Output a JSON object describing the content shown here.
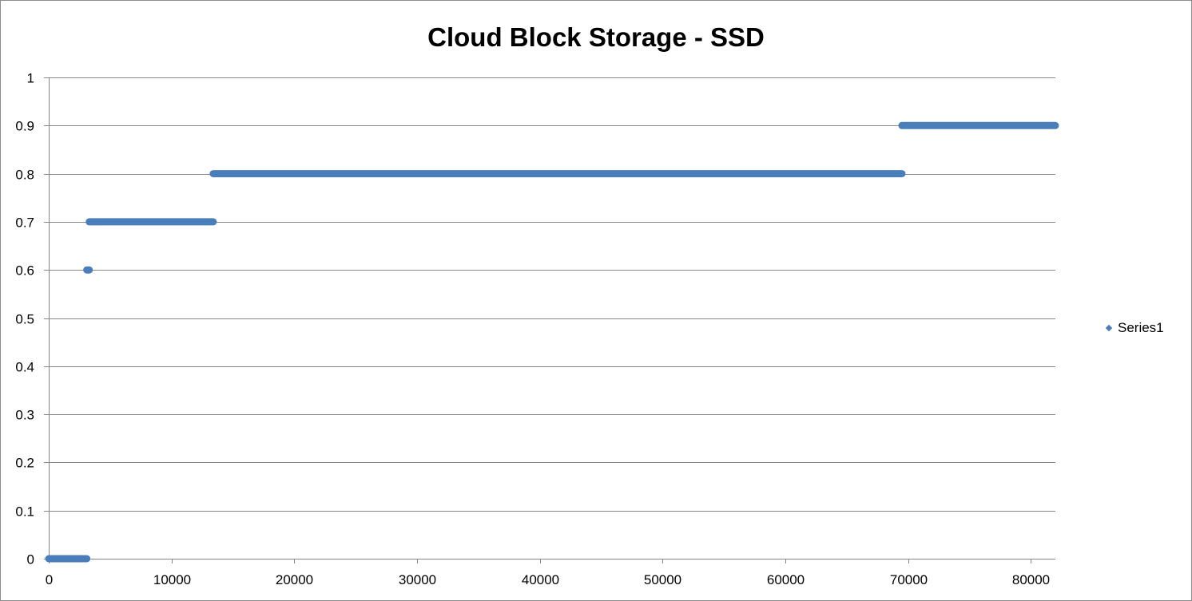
{
  "chart_data": {
    "type": "scatter",
    "title": "Cloud Block Storage - SSD",
    "xlabel": "",
    "ylabel": "",
    "xlim": [
      0,
      82000
    ],
    "ylim": [
      0,
      1
    ],
    "x_ticks": [
      0,
      10000,
      20000,
      30000,
      40000,
      50000,
      60000,
      70000,
      80000
    ],
    "y_ticks": [
      0,
      0.1,
      0.2,
      0.3,
      0.4,
      0.5,
      0.6,
      0.7,
      0.8,
      0.9,
      1
    ],
    "x_tick_labels": [
      "0",
      "10000",
      "20000",
      "30000",
      "40000",
      "50000",
      "60000",
      "70000",
      "80000"
    ],
    "y_tick_labels": [
      "0",
      "0.1",
      "0.2",
      "0.3",
      "0.4",
      "0.5",
      "0.6",
      "0.7",
      "0.8",
      "0.9",
      "1"
    ],
    "grid": true,
    "legend_position": "right",
    "series": [
      {
        "name": "Series1",
        "color": "#4a7ebb",
        "marker": "diamond",
        "segments": [
          {
            "y": 0,
            "x_start": 0,
            "x_end": 3100
          },
          {
            "y": 0.6,
            "x_start": 3100,
            "x_end": 3300
          },
          {
            "y": 0.7,
            "x_start": 3300,
            "x_end": 13400
          },
          {
            "y": 0.8,
            "x_start": 13400,
            "x_end": 69500
          },
          {
            "y": 0.9,
            "x_start": 69500,
            "x_end": 82000
          }
        ]
      }
    ]
  }
}
